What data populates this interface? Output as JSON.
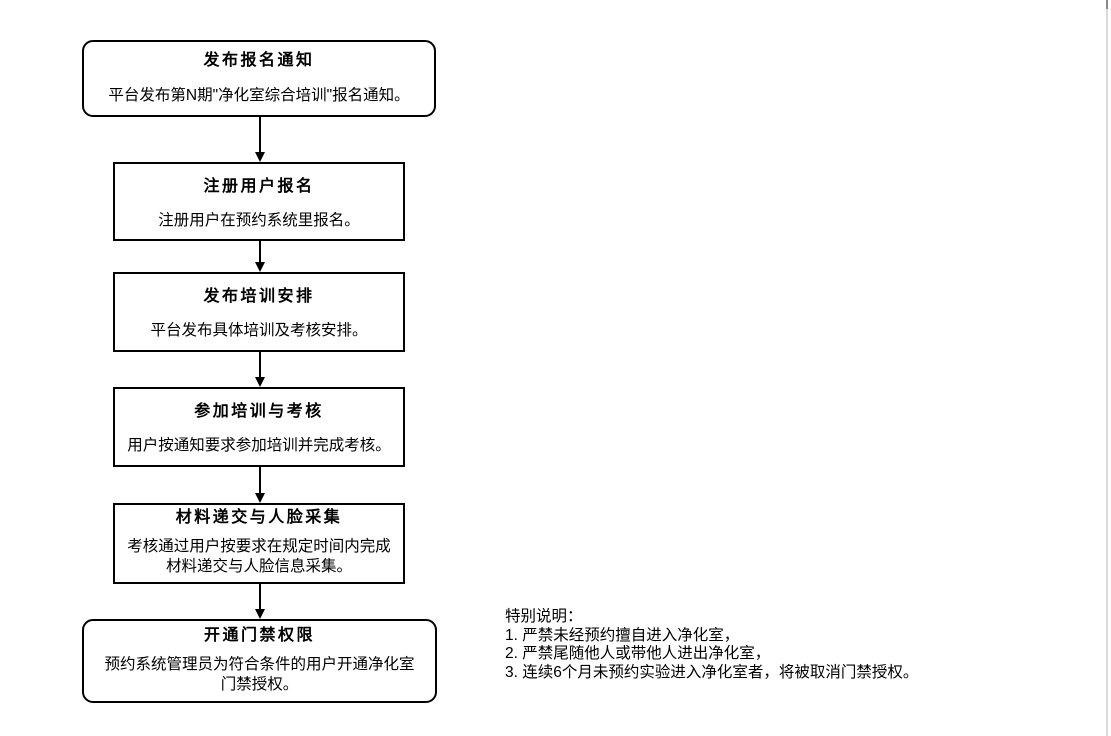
{
  "flow": {
    "steps": [
      {
        "title": "发布报名通知",
        "body": "平台发布第N期\"净化室综合培训\"报名通知。",
        "shape": "rounded"
      },
      {
        "title": "注册用户报名",
        "body": "注册用户在预约系统里报名。",
        "shape": "rect"
      },
      {
        "title": "发布培训安排",
        "body": "平台发布具体培训及考核安排。",
        "shape": "rect"
      },
      {
        "title": "参加培训与考核",
        "body": "用户按通知要求参加培训并完成考核。",
        "shape": "rect"
      },
      {
        "title": "材料递交与人脸采集",
        "body": "考核通过用户按要求在规定时间内完成材料递交与人脸信息采集。",
        "shape": "rect"
      },
      {
        "title": "开通门禁权限",
        "body": "预约系统管理员为符合条件的用户开通净化室门禁授权。",
        "shape": "rounded"
      }
    ]
  },
  "notes": {
    "heading": "特别说明：",
    "items": [
      "1. 严禁未经预约擅自进入净化室，",
      "2. 严禁尾随他人或带他人进出净化室，",
      "3. 连续6个月未预约实验进入净化室者，将被取消门禁授权。"
    ]
  },
  "colors": {
    "border": "#000000",
    "text": "#000000",
    "background": "#ffffff",
    "page_edge": "#dcdcdc",
    "page_edge_top": "#8a8a8a"
  }
}
